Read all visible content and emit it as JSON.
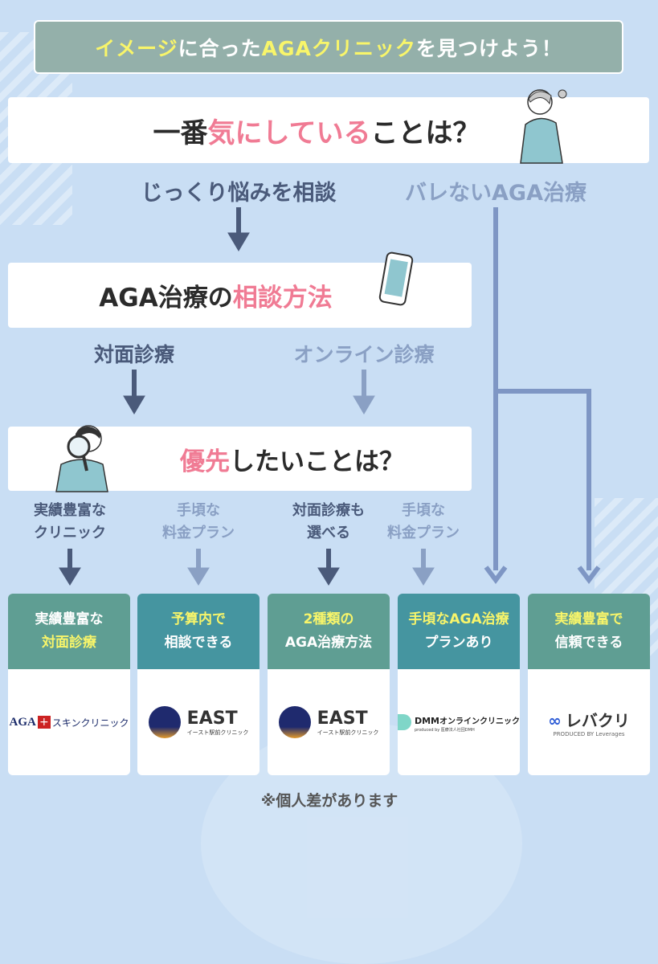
{
  "title": {
    "part1": "イメージ",
    "part2": "に合った",
    "part3": "AGAクリニック",
    "part4": "を見つけよう！"
  },
  "q1": {
    "prefix": "一番",
    "highlight": "気にしている",
    "suffix": "ことは？",
    "options": [
      "じっくり悩みを相談",
      "バレないAGA治療"
    ]
  },
  "q2": {
    "prefix": "AGA治療の",
    "highlight": "相談方法",
    "options": [
      "対面診療",
      "オンライン診療"
    ]
  },
  "q3": {
    "highlight": "優先",
    "suffix": "したいことは？",
    "options": [
      [
        "実績豊富な",
        "クリニック"
      ],
      [
        "手頃な",
        "料金プラン"
      ],
      [
        "対面診療も",
        "選べる"
      ],
      [
        "手頃な",
        "料金プラン"
      ]
    ]
  },
  "cards": [
    {
      "line1": "実績豊富な",
      "line2": "対面診療",
      "highlight_line": 2,
      "logo": {
        "main": "AGA",
        "sub": "スキンクリニック"
      }
    },
    {
      "line1": "予算内で",
      "line2": "相談できる",
      "highlight_line": 1,
      "logo": {
        "main": "EAST",
        "sub": "イースト駅前クリニック"
      }
    },
    {
      "line1": "2種類の",
      "line2": "AGA治療方法",
      "highlight_line": 1,
      "logo": {
        "main": "EAST",
        "sub": "イースト駅前クリニック"
      }
    },
    {
      "line1": "手頃なAGA治療",
      "line2": "プランあり",
      "highlight_line": 1,
      "logo": {
        "main": "DMM",
        "sub": "オンラインクリニック",
        "tiny": "produced by 医療法人社団DMH"
      }
    },
    {
      "line1": "実績豊富で",
      "line2": "信頼できる",
      "highlight_line": 1,
      "logo": {
        "main": "レバクリ",
        "sub": "PRODUCED BY Leverages"
      }
    }
  ],
  "footnote": "※個人差があります",
  "colors": {
    "background": "#c9def4",
    "title_box": "#94b0aa",
    "highlight_yellow": "#f8f56a",
    "highlight_pink": "#f07b94",
    "card_green": "#5f9e93",
    "card_teal": "#4595a0",
    "arrow_dark": "#4a5a7a",
    "arrow_light": "#8aa0c4"
  },
  "icons": [
    "thinking-man-illustration",
    "smartphone-illustration",
    "magnifier-man-illustration",
    "arrow-down-icon"
  ]
}
